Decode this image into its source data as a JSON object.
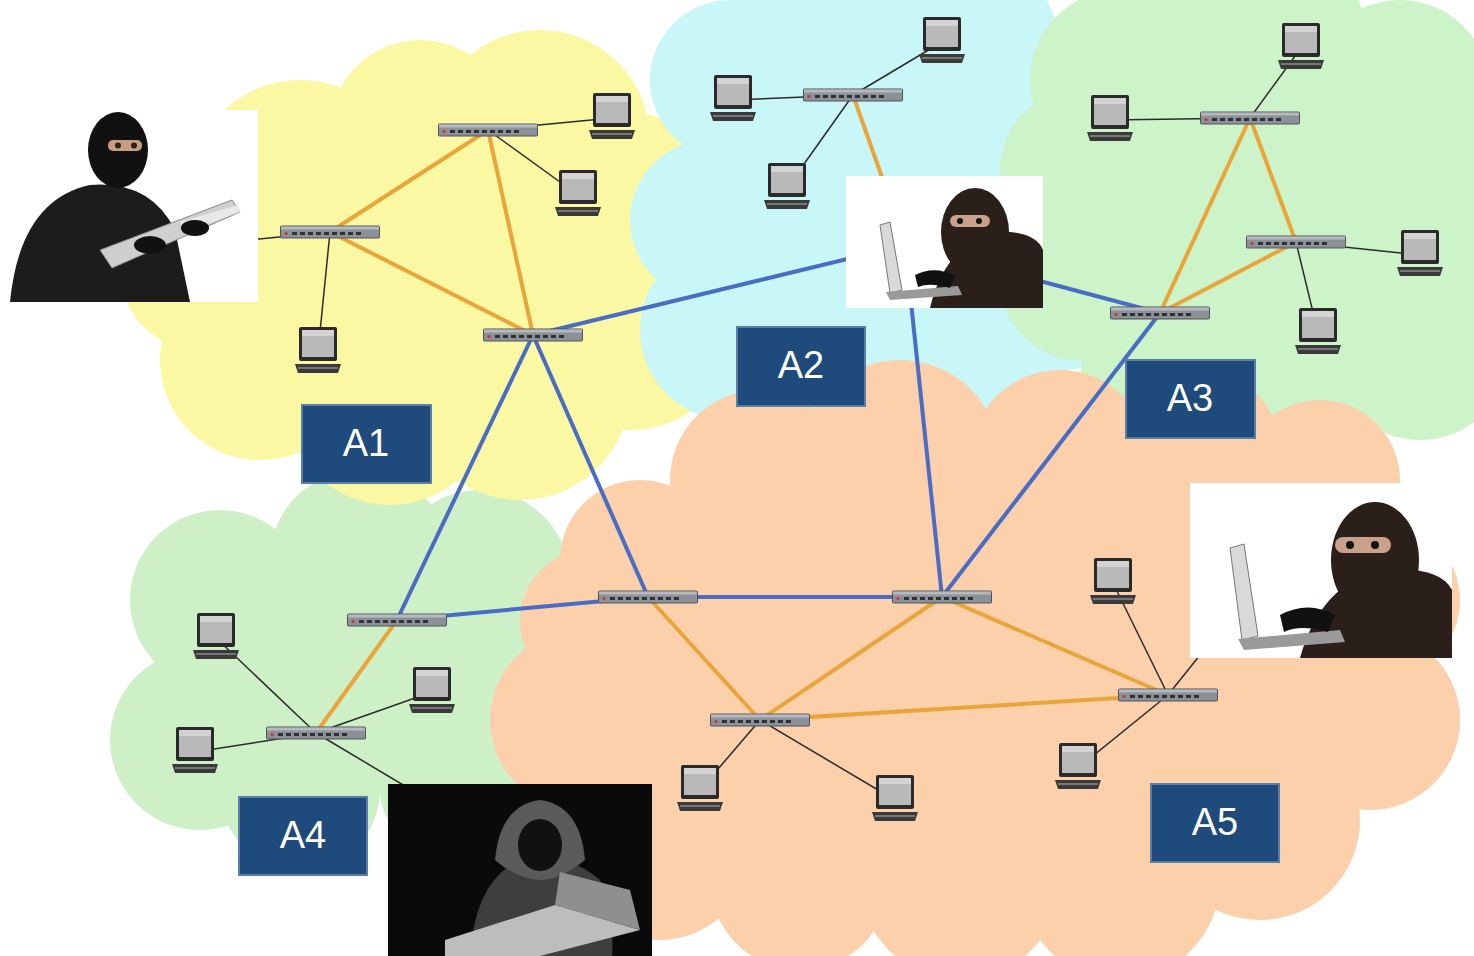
{
  "diagram": {
    "nodes": [
      {
        "text": [
          "A1"
        ]
      },
      {
        "text": [
          "A2"
        ]
      },
      {
        "text": [
          "A3"
        ]
      },
      {
        "text": [
          "A4"
        ]
      },
      {
        "text": [
          "A5"
        ]
      }
    ]
  }
}
